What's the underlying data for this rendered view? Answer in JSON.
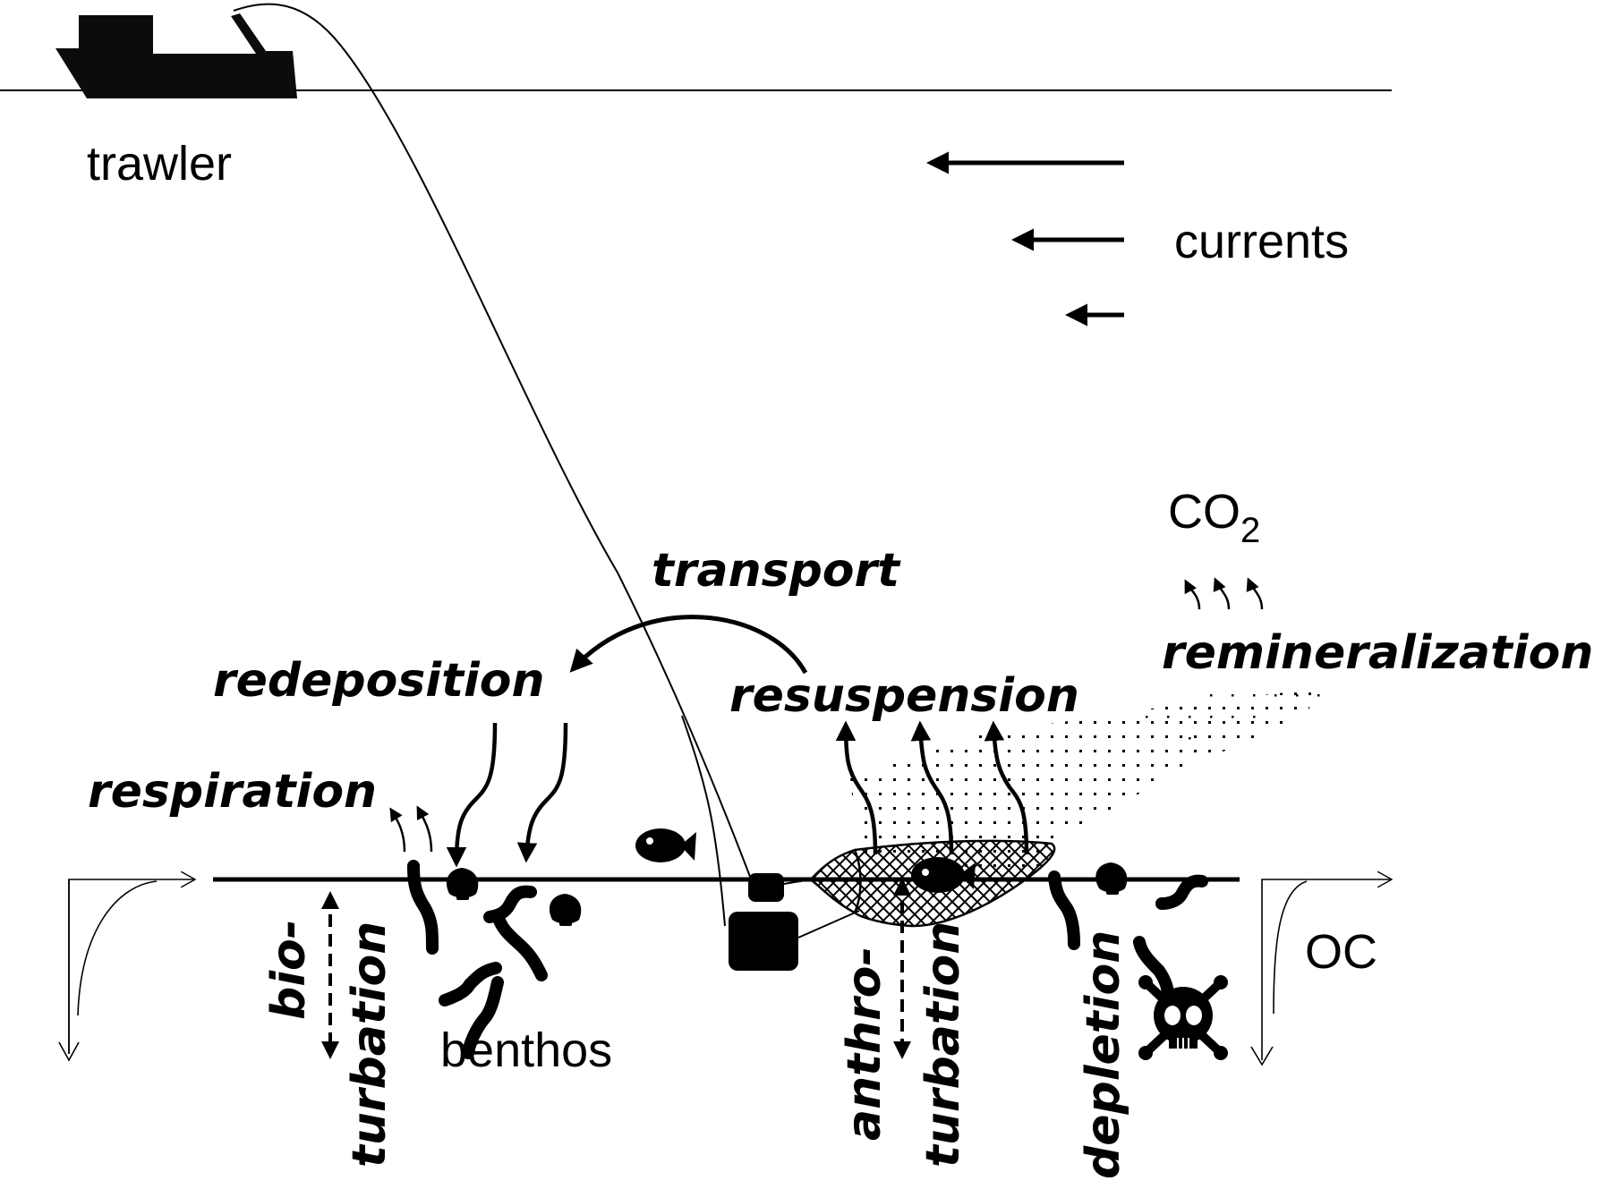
{
  "diagram": {
    "labels": {
      "trawler": "trawler",
      "currents": "currents",
      "co2_main": "CO",
      "co2_sub": "2",
      "remineralization": "remineralization",
      "transport": "transport",
      "redeposition": "redeposition",
      "resuspension": "resuspension",
      "respiration": "respiration",
      "bioturbation_1": "bio-",
      "bioturbation_2": "turbation",
      "benthos": "benthos",
      "anthroturbation_1": "anthro-",
      "anthroturbation_2": "turbation",
      "depletion": "depletion",
      "oc": "OC"
    },
    "icons": [
      "ship-icon",
      "fish-icon",
      "shell-icon",
      "worm-icon",
      "skull-crossbones-icon",
      "trawl-net-icon",
      "otter-board-icon"
    ],
    "colors": {
      "ink": "#000000",
      "background": "#ffffff"
    }
  }
}
